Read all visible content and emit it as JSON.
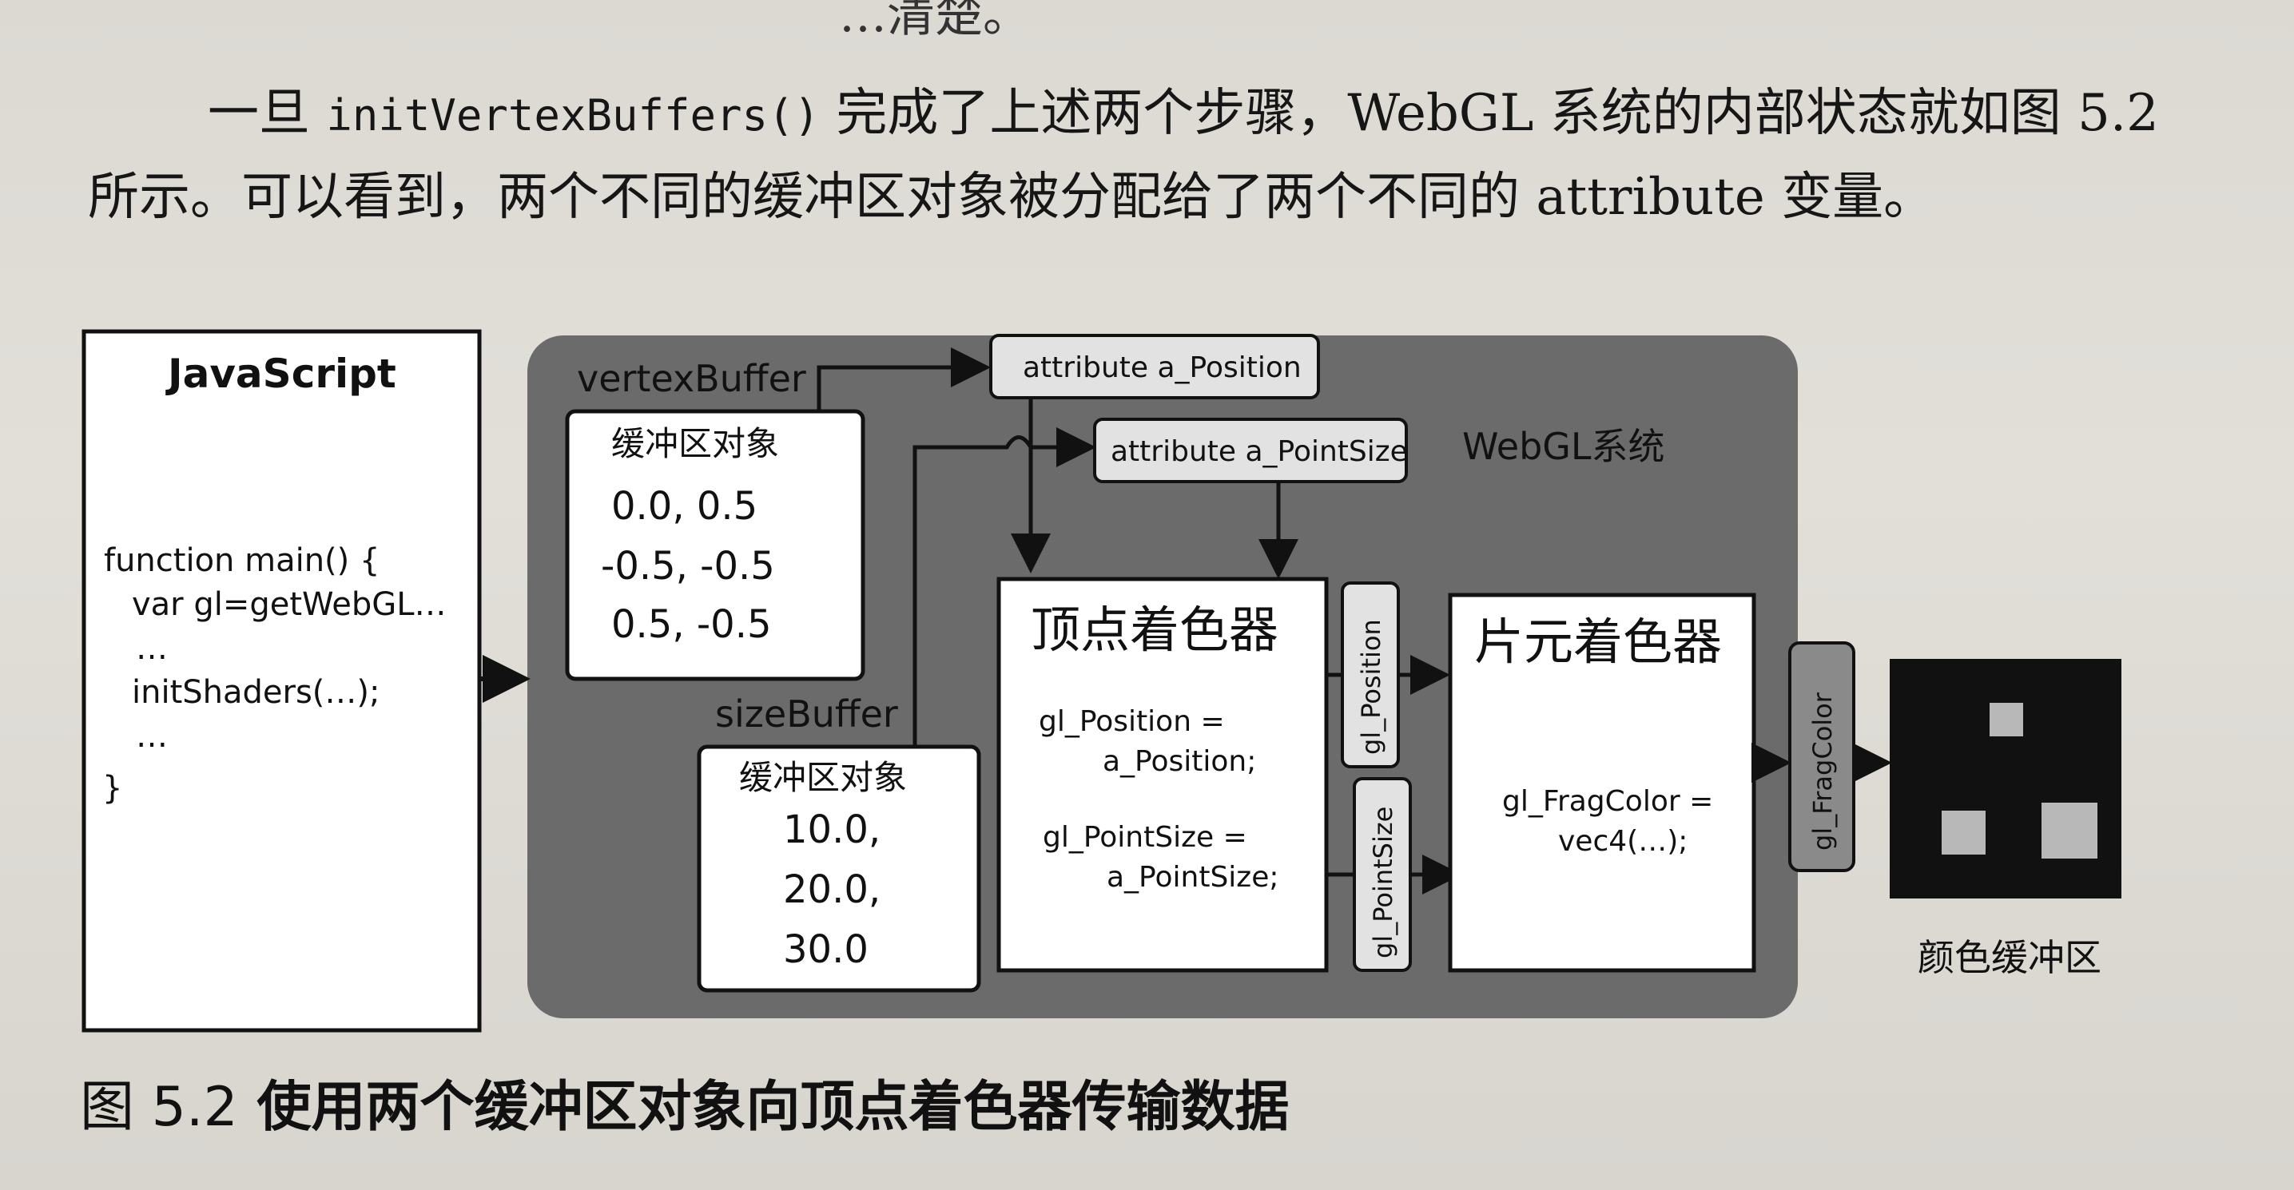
{
  "top_fragment": "…清楚。",
  "paragraph": {
    "line1_prefix": "一旦",
    "line1_code": "initVertexBuffers()",
    "line1_suffix": "完成了上述两个步骤，WebGL 系统的内部状态就如图 5.2",
    "line2": "所示。可以看到，两个不同的缓冲区对象被分配给了两个不同的 attribute 变量。"
  },
  "figure": {
    "js_panel": {
      "title": "JavaScript",
      "code": [
        "function main() {",
        "  var gl=getWebGL…",
        "  …",
        "  initShaders(…);",
        "  …",
        "}"
      ]
    },
    "webgl_label": "WebGL系统",
    "vertex_buffer": {
      "name": "vertexBuffer",
      "title": "缓冲区对象",
      "rows": [
        "0.0,  0.5",
        "-0.5, -0.5",
        "0.5, -0.5"
      ]
    },
    "size_buffer": {
      "name": "sizeBuffer",
      "title": "缓冲区对象",
      "rows": [
        "10.0,",
        "20.0,",
        "30.0"
      ]
    },
    "attr_position": "attribute a_Position",
    "attr_pointsize": "attribute a_PointSize",
    "vertex_shader": {
      "title": "顶点着色器",
      "code": [
        "gl_Position =",
        "a_Position;",
        "gl_PointSize =",
        "a_PointSize;"
      ]
    },
    "gl_position_tag": "gl_Position",
    "gl_pointsize_tag": "gl_PointSize",
    "fragment_shader": {
      "title": "片元着色器",
      "code": [
        "gl_FragColor =",
        "vec4(…);"
      ]
    },
    "gl_fragcolor_tag": "gl_FragColor",
    "color_buffer_label": "颜色缓冲区"
  },
  "caption": {
    "number": "图 5.2",
    "text": "使用两个缓冲区对象向顶点着色器传输数据"
  },
  "colors": {
    "webgl_bg": "#6b6b6b",
    "box_bg": "#ffffff",
    "tag_bg": "#e2e2e2",
    "color_buffer_bg": "#111111",
    "pixel": "#b8b8b8"
  }
}
